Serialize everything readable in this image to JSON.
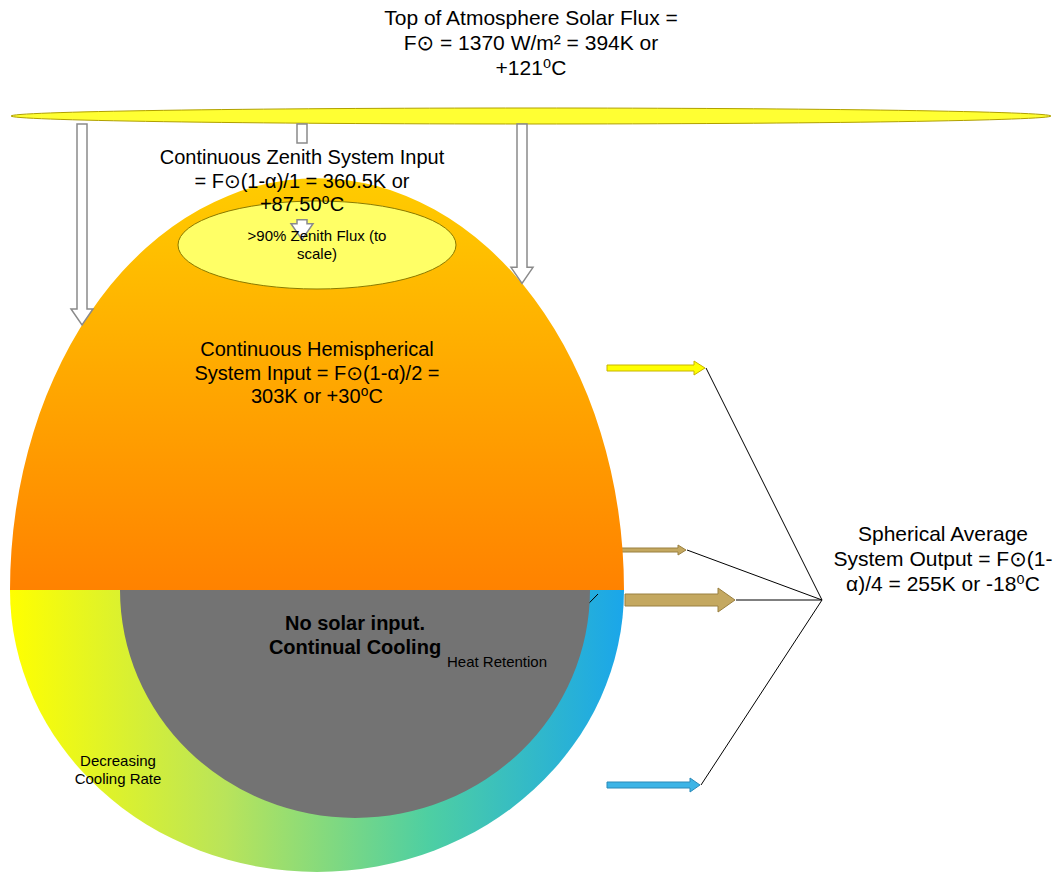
{
  "diagram": {
    "nodes": [
      {
        "text": [
          "Top of Atmosphere Solar Flux = F⊙ = 1370 W/m² = 394K or +121⁰C"
        ]
      },
      {
        "text": [
          "Continuous Hemispherical System Input = F⊙(1-α)/2 = 303K or +30⁰C"
        ]
      },
      {
        "text": [
          ">90% Zenith Flux (to scale)"
        ],
        "in": 1
      },
      {
        "text": [
          "No solar input. Continual Cooling"
        ]
      }
    ],
    "edges": [
      {
        "from": 0,
        "to": 1,
        "arrow": "to"
      },
      {
        "from": 0,
        "to": 2,
        "arrow": "to",
        "label": "Continuous Zenith System Input = F⊙(1-α)/1 = 360.5K or +87.50⁰C"
      },
      {
        "from": 0,
        "to": 1,
        "arrow": "to"
      }
    ],
    "labels": [
      "Heat Retention",
      "Decreasing Cooling Rate",
      "Spherical Average System Output = F⊙(1-α)/4 = 255K or -18⁰C"
    ]
  }
}
